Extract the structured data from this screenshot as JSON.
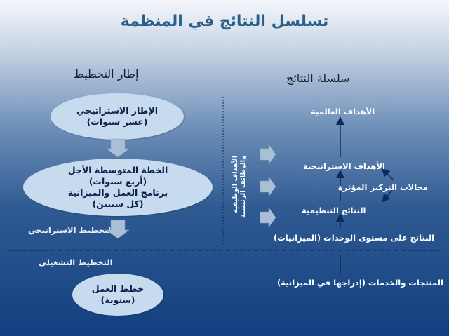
{
  "title": "تسلسل النتائج في المنظمة",
  "left_header": "إطار التخطيط",
  "right_header": "سلسلة النتائج",
  "planning": {
    "strategic_framework": [
      "الإطار الاستراتيجي",
      "(عشر سنوات)"
    ],
    "medium_plan": [
      "الخطة المتوسطة الأجل",
      "(أربع سنوات)",
      "برنامج العمل والميزانية",
      "(كل سنتين)"
    ],
    "work_plans": [
      "خطط العمل",
      "(سنوية)"
    ],
    "strategic_planning": "التخطيط الاستراتيجي",
    "operational_planning": "التخطيط التشغيلي"
  },
  "results_chain": {
    "global_goals": "الأهداف العالمية",
    "strategic_objectives": "الأهداف الاستراتيجية",
    "focus_areas": "مجالات التركيز المؤثرة",
    "organizational_results": "النتائج التنظيمية",
    "unit_results": "النتائج على مستوى الوحدات (الميزانيات)",
    "products_services": "المنتجات والخدمات (إدراجها في الميزانية)",
    "vertical_label": [
      "الأهداف الوظيفية",
      "والوظائف الرئيسية"
    ]
  },
  "colors": {
    "title": "#2b5f8a",
    "ellipse_fill": "#c7dbef",
    "block_arrow": "#a9bfd6"
  }
}
